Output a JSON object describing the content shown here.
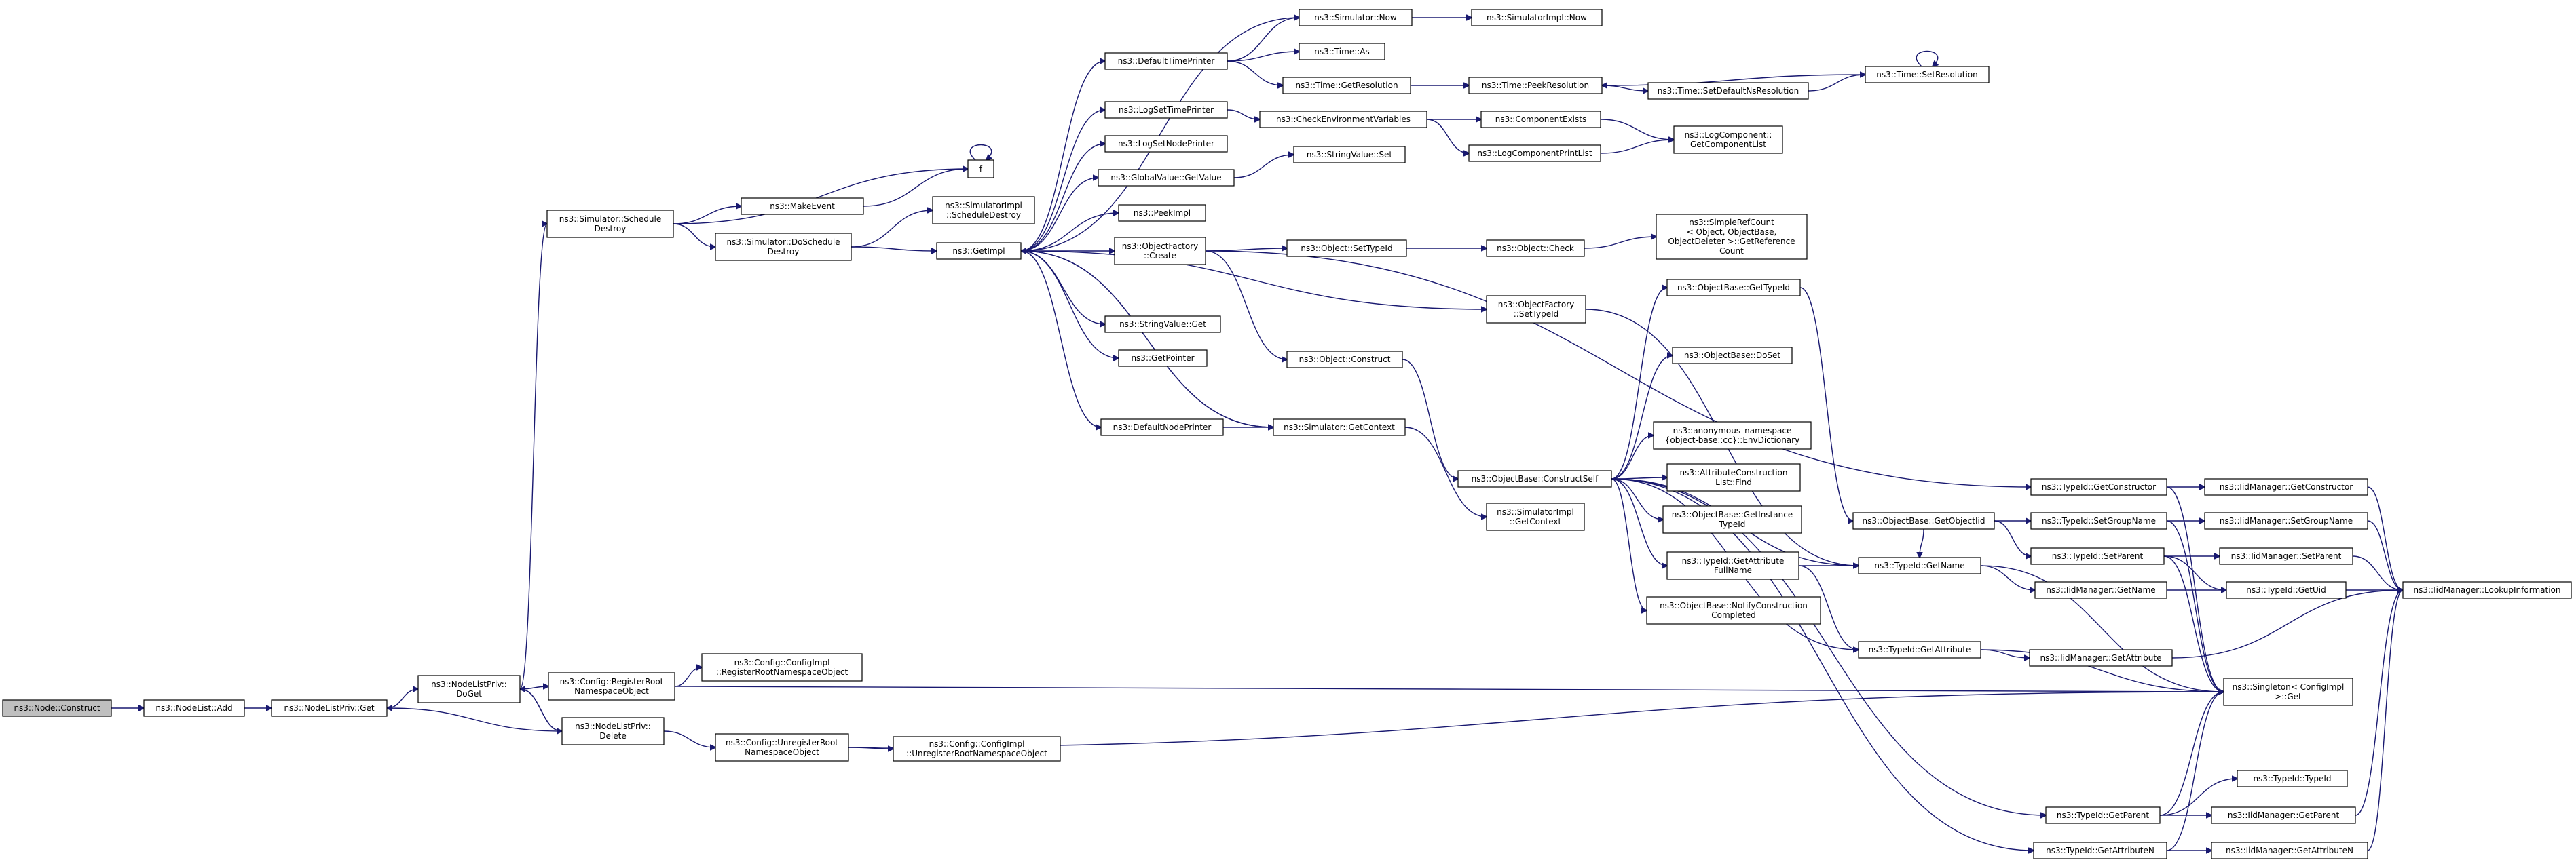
{
  "diagram": {
    "type": "call-graph",
    "root": "construct",
    "nodes": [
      {
        "id": "construct",
        "label": [
          "ns3::Node::Construct"
        ]
      },
      {
        "id": "nladd",
        "label": [
          "ns3::NodeList::Add"
        ]
      },
      {
        "id": "nlpget",
        "label": [
          "ns3::NodeListPriv::Get"
        ]
      },
      {
        "id": "nlpdoget",
        "label": [
          "ns3::NodeListPriv::",
          "DoGet"
        ]
      },
      {
        "id": "schedest",
        "label": [
          "ns3::Simulator::Schedule",
          "Destroy"
        ]
      },
      {
        "id": "cfgreg",
        "label": [
          "ns3::Config::RegisterRoot",
          "NamespaceObject"
        ]
      },
      {
        "id": "nlpdelete",
        "label": [
          "ns3::NodeListPriv::",
          "Delete"
        ]
      },
      {
        "id": "cfgimplreg",
        "label": [
          "ns3::Config::ConfigImpl",
          "::RegisterRootNamespaceObject"
        ]
      },
      {
        "id": "cfgunreg",
        "label": [
          "ns3::Config::UnregisterRoot",
          "NamespaceObject"
        ]
      },
      {
        "id": "cfgimplunreg",
        "label": [
          "ns3::Config::ConfigImpl",
          "::UnregisterRootNamespaceObject"
        ]
      },
      {
        "id": "f",
        "label": [
          "f"
        ]
      },
      {
        "id": "makeevent",
        "label": [
          "ns3::MakeEvent"
        ]
      },
      {
        "id": "doschedest",
        "label": [
          "ns3::Simulator::DoSchedule",
          "Destroy"
        ]
      },
      {
        "id": "simimplsched",
        "label": [
          "ns3::SimulatorImpl",
          "::ScheduleDestroy"
        ]
      },
      {
        "id": "getimpl",
        "label": [
          "ns3::GetImpl"
        ]
      },
      {
        "id": "deftimeprinter",
        "label": [
          "ns3::DefaultTimePrinter"
        ]
      },
      {
        "id": "logsettime",
        "label": [
          "ns3::LogSetTimePrinter"
        ]
      },
      {
        "id": "logsetnode",
        "label": [
          "ns3::LogSetNodePrinter"
        ]
      },
      {
        "id": "gvgetvalue",
        "label": [
          "ns3::GlobalValue::GetValue"
        ]
      },
      {
        "id": "peekimpl",
        "label": [
          "ns3::PeekImpl"
        ]
      },
      {
        "id": "objfactcreate",
        "label": [
          "ns3::ObjectFactory",
          "::Create"
        ]
      },
      {
        "id": "svget",
        "label": [
          "ns3::StringValue::Get"
        ]
      },
      {
        "id": "getpointer",
        "label": [
          "ns3::GetPointer"
        ]
      },
      {
        "id": "defnodeprinter",
        "label": [
          "ns3::DefaultNodePrinter"
        ]
      },
      {
        "id": "simnow",
        "label": [
          "ns3::Simulator::Now"
        ]
      },
      {
        "id": "timeas",
        "label": [
          "ns3::Time::As"
        ]
      },
      {
        "id": "timegetres",
        "label": [
          "ns3::Time::GetResolution"
        ]
      },
      {
        "id": "checkenv",
        "label": [
          "ns3::CheckEnvironmentVariables"
        ]
      },
      {
        "id": "svset",
        "label": [
          "ns3::StringValue::Set"
        ]
      },
      {
        "id": "objsettypeid",
        "label": [
          "ns3::Object::SetTypeId"
        ]
      },
      {
        "id": "objconstruct",
        "label": [
          "ns3::Object::Construct"
        ]
      },
      {
        "id": "simgetctx",
        "label": [
          "ns3::Simulator::GetContext"
        ]
      },
      {
        "id": "simimplnow",
        "label": [
          "ns3::SimulatorImpl::Now"
        ]
      },
      {
        "id": "timepeekres",
        "label": [
          "ns3::Time::PeekResolution"
        ]
      },
      {
        "id": "timesetdefns",
        "label": [
          "ns3::Time::SetDefaultNsResolution"
        ]
      },
      {
        "id": "timesetres",
        "label": [
          "ns3::Time::SetResolution"
        ]
      },
      {
        "id": "compexists",
        "label": [
          "ns3::ComponentExists"
        ]
      },
      {
        "id": "logcompprint",
        "label": [
          "ns3::LogComponentPrintList"
        ]
      },
      {
        "id": "logcompget",
        "label": [
          "ns3::LogComponent::",
          "GetComponentList"
        ]
      },
      {
        "id": "objcheck",
        "label": [
          "ns3::Object::Check"
        ]
      },
      {
        "id": "simplerefcount",
        "label": [
          "ns3::SimpleRefCount",
          "< Object, ObjectBase,",
          "ObjectDeleter >::GetReference",
          "Count"
        ]
      },
      {
        "id": "objfactsettypeid",
        "label": [
          "ns3::ObjectFactory",
          "::SetTypeId"
        ]
      },
      {
        "id": "obgettypeid",
        "label": [
          "ns3::ObjectBase::GetTypeId"
        ]
      },
      {
        "id": "obdoset",
        "label": [
          "ns3::ObjectBase::DoSet"
        ]
      },
      {
        "id": "anonenvdict",
        "label": [
          "ns3::anonymous_namespace",
          "{object-base::cc}::EnvDictionary"
        ]
      },
      {
        "id": "attrconstrfind",
        "label": [
          "ns3::AttributeConstruction",
          "List::Find"
        ]
      },
      {
        "id": "obgetinstance",
        "label": [
          "ns3::ObjectBase::GetInstance",
          "TypeId"
        ]
      },
      {
        "id": "tidgetattrfull",
        "label": [
          "ns3::TypeId::GetAttribute",
          "FullName"
        ]
      },
      {
        "id": "obnotify",
        "label": [
          "ns3::ObjectBase::NotifyConstruction",
          "Completed"
        ]
      },
      {
        "id": "obconstructself",
        "label": [
          "ns3::ObjectBase::ConstructSelf"
        ]
      },
      {
        "id": "simimplgetctx",
        "label": [
          "ns3::SimulatorImpl",
          "::GetContext"
        ]
      },
      {
        "id": "obgetobjectiid",
        "label": [
          "ns3::ObjectBase::GetObjectIid"
        ]
      },
      {
        "id": "tidgetname",
        "label": [
          "ns3::TypeId::GetName"
        ]
      },
      {
        "id": "tidgetattr",
        "label": [
          "ns3::TypeId::GetAttribute"
        ]
      },
      {
        "id": "tidgetconstructor",
        "label": [
          "ns3::TypeId::GetConstructor"
        ]
      },
      {
        "id": "tidsetgroup",
        "label": [
          "ns3::TypeId::SetGroupName"
        ]
      },
      {
        "id": "tidsetparent",
        "label": [
          "ns3::TypeId::SetParent"
        ]
      },
      {
        "id": "tidgetparent",
        "label": [
          "ns3::TypeId::GetParent"
        ]
      },
      {
        "id": "tidgetattrn",
        "label": [
          "ns3::TypeId::GetAttributeN"
        ]
      },
      {
        "id": "iidgetconstructor",
        "label": [
          "ns3::IidManager::GetConstructor"
        ]
      },
      {
        "id": "iidsetgroup",
        "label": [
          "ns3::IidManager::SetGroupName"
        ]
      },
      {
        "id": "iidsetparent",
        "label": [
          "ns3::IidManager::SetParent"
        ]
      },
      {
        "id": "tidgetuid",
        "label": [
          "ns3::TypeId::GetUid"
        ]
      },
      {
        "id": "iidgetname",
        "label": [
          "ns3::IidManager::GetName"
        ]
      },
      {
        "id": "iidgetattr",
        "label": [
          "ns3::IidManager::GetAttribute"
        ]
      },
      {
        "id": "singletonget",
        "label": [
          "ns3::Singleton< ConfigImpl",
          " >::Get"
        ]
      },
      {
        "id": "tidtypeid",
        "label": [
          "ns3::TypeId::TypeId"
        ]
      },
      {
        "id": "iidgetparent",
        "label": [
          "ns3::IidManager::GetParent"
        ]
      },
      {
        "id": "iidgetattrn",
        "label": [
          "ns3::IidManager::GetAttributeN"
        ]
      },
      {
        "id": "iidlookup",
        "label": [
          "ns3::IidManager::LookupInformation"
        ]
      }
    ],
    "edges": [
      [
        "construct",
        "nladd"
      ],
      [
        "nladd",
        "nlpget"
      ],
      [
        "nlpget",
        "nlpdoget"
      ],
      [
        "nlpdoget",
        "schedest"
      ],
      [
        "nlpdoget",
        "cfgreg"
      ],
      [
        "nlpdoget",
        "nlpdelete"
      ],
      [
        "nlpdelete",
        "nlpdoget"
      ],
      [
        "nlpdelete",
        "nlpget"
      ],
      [
        "nlpdelete",
        "cfgunreg"
      ],
      [
        "cfgreg",
        "cfgimplreg"
      ],
      [
        "cfgreg",
        "singletonget"
      ],
      [
        "cfgunreg",
        "cfgimplunreg"
      ],
      [
        "cfgunreg",
        "singletonget"
      ],
      [
        "schedest",
        "f"
      ],
      [
        "schedest",
        "makeevent"
      ],
      [
        "schedest",
        "doschedest"
      ],
      [
        "makeevent",
        "f"
      ],
      [
        "f",
        "f"
      ],
      [
        "doschedest",
        "simimplsched"
      ],
      [
        "doschedest",
        "getimpl"
      ],
      [
        "getimpl",
        "simnow"
      ],
      [
        "getimpl",
        "deftimeprinter"
      ],
      [
        "getimpl",
        "logsettime"
      ],
      [
        "getimpl",
        "logsetnode"
      ],
      [
        "getimpl",
        "gvgetvalue"
      ],
      [
        "getimpl",
        "peekimpl"
      ],
      [
        "getimpl",
        "objfactcreate"
      ],
      [
        "getimpl",
        "objfactsettypeid"
      ],
      [
        "getimpl",
        "svget"
      ],
      [
        "getimpl",
        "getpointer"
      ],
      [
        "getimpl",
        "defnodeprinter"
      ],
      [
        "getimpl",
        "simgetctx"
      ],
      [
        "deftimeprinter",
        "simnow"
      ],
      [
        "deftimeprinter",
        "timeas"
      ],
      [
        "deftimeprinter",
        "timegetres"
      ],
      [
        "simnow",
        "simimplnow"
      ],
      [
        "timegetres",
        "timepeekres"
      ],
      [
        "timepeekres",
        "timesetdefns"
      ],
      [
        "timesetdefns",
        "timesetres"
      ],
      [
        "timesetres",
        "timepeekres"
      ],
      [
        "timesetres",
        "timesetres"
      ],
      [
        "logsettime",
        "checkenv"
      ],
      [
        "checkenv",
        "compexists"
      ],
      [
        "checkenv",
        "logcompprint"
      ],
      [
        "compexists",
        "logcompget"
      ],
      [
        "logcompprint",
        "logcompget"
      ],
      [
        "gvgetvalue",
        "svset"
      ],
      [
        "objfactcreate",
        "objsettypeid"
      ],
      [
        "objfactcreate",
        "objconstruct"
      ],
      [
        "objfactcreate",
        "tidgetconstructor"
      ],
      [
        "objsettypeid",
        "objcheck"
      ],
      [
        "objcheck",
        "simplerefcount"
      ],
      [
        "objconstruct",
        "obconstructself"
      ],
      [
        "objfactsettypeid",
        "tidgetname"
      ],
      [
        "defnodeprinter",
        "simgetctx"
      ],
      [
        "simgetctx",
        "getimpl"
      ],
      [
        "simgetctx",
        "simimplgetctx"
      ],
      [
        "obconstructself",
        "obgettypeid"
      ],
      [
        "obconstructself",
        "obdoset"
      ],
      [
        "obconstructself",
        "anonenvdict"
      ],
      [
        "obconstructself",
        "attrconstrfind"
      ],
      [
        "obconstructself",
        "obgetinstance"
      ],
      [
        "obconstructself",
        "tidgetattrfull"
      ],
      [
        "obconstructself",
        "obnotify"
      ],
      [
        "obconstructself",
        "tidgetname"
      ],
      [
        "obconstructself",
        "tidgetattr"
      ],
      [
        "obconstructself",
        "tidgetparent"
      ],
      [
        "obconstructself",
        "tidgetattrn"
      ],
      [
        "obgettypeid",
        "obgetobjectiid"
      ],
      [
        "obgetobjectiid",
        "tidsetgroup"
      ],
      [
        "obgetobjectiid",
        "tidsetparent"
      ],
      [
        "obgetobjectiid",
        "tidgetname"
      ],
      [
        "tidgetattrfull",
        "tidgetname"
      ],
      [
        "tidgetattrfull",
        "tidgetattr"
      ],
      [
        "tidgetname",
        "iidgetname"
      ],
      [
        "tidgetname",
        "singletonget"
      ],
      [
        "tidgetattr",
        "iidgetattr"
      ],
      [
        "tidgetattr",
        "singletonget"
      ],
      [
        "tidgetconstructor",
        "iidgetconstructor"
      ],
      [
        "tidgetconstructor",
        "singletonget"
      ],
      [
        "tidsetgroup",
        "iidsetgroup"
      ],
      [
        "tidsetgroup",
        "singletonget"
      ],
      [
        "tidsetparent",
        "iidsetparent"
      ],
      [
        "tidsetparent",
        "tidgetuid"
      ],
      [
        "tidsetparent",
        "singletonget"
      ],
      [
        "tidgetparent",
        "iidgetparent"
      ],
      [
        "tidgetparent",
        "tidtypeid"
      ],
      [
        "tidgetparent",
        "singletonget"
      ],
      [
        "tidgetattrn",
        "iidgetattrn"
      ],
      [
        "tidgetattrn",
        "singletonget"
      ],
      [
        "iidgetconstructor",
        "iidlookup"
      ],
      [
        "iidsetgroup",
        "iidlookup"
      ],
      [
        "iidsetparent",
        "iidlookup"
      ],
      [
        "iidgetname",
        "iidlookup"
      ],
      [
        "iidgetattr",
        "iidlookup"
      ],
      [
        "iidgetparent",
        "iidlookup"
      ],
      [
        "iidgetattrn",
        "iidlookup"
      ]
    ]
  }
}
